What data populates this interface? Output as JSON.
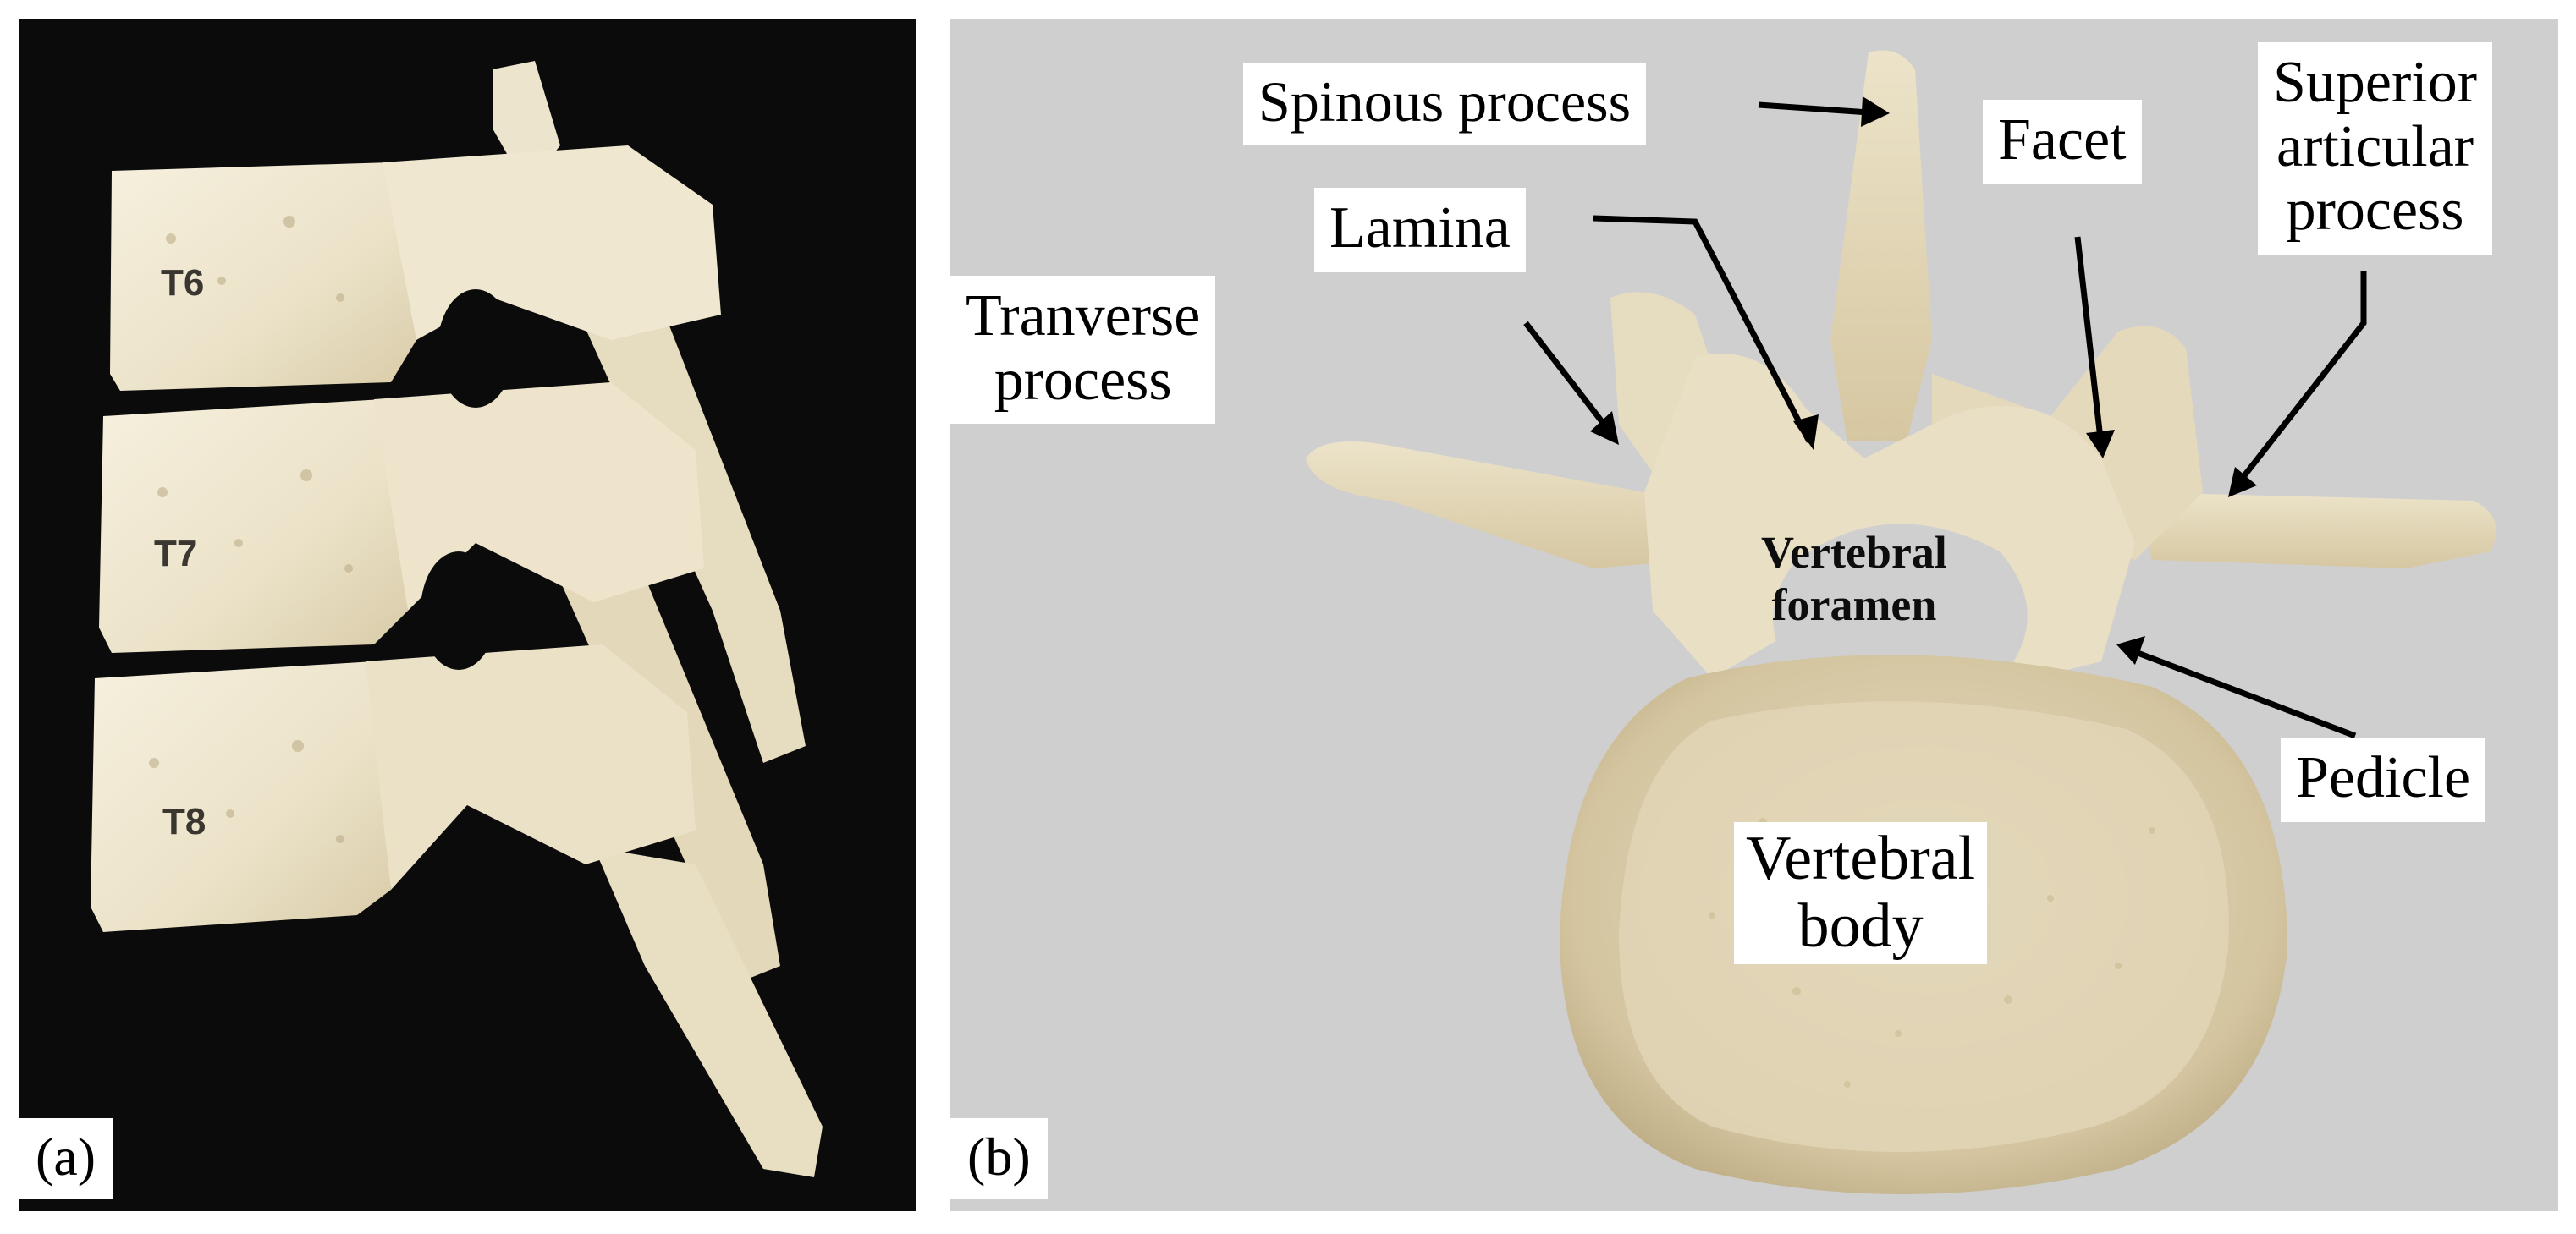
{
  "panel_a": {
    "tag": "(a)",
    "vertebra_labels": [
      "T6",
      "T7",
      "T8"
    ]
  },
  "panel_b": {
    "tag": "(b)",
    "labels": {
      "spinous_process": "Spinous process",
      "lamina": "Lamina",
      "facet": "Facet",
      "superior_articular_process": [
        "Superior",
        "articular",
        "process"
      ],
      "transverse_process": [
        "Tranverse",
        "process"
      ],
      "vertebral_foramen": [
        "Vertebral",
        "foramen"
      ],
      "pedicle": "Pedicle",
      "vertebral_body": [
        "Vertebral",
        "body"
      ]
    }
  },
  "colors": {
    "panel_a_background": "#0b0b0b",
    "panel_b_background": "#cfcfcf",
    "bone": "#efe8d4",
    "leader_line": "#000000"
  }
}
